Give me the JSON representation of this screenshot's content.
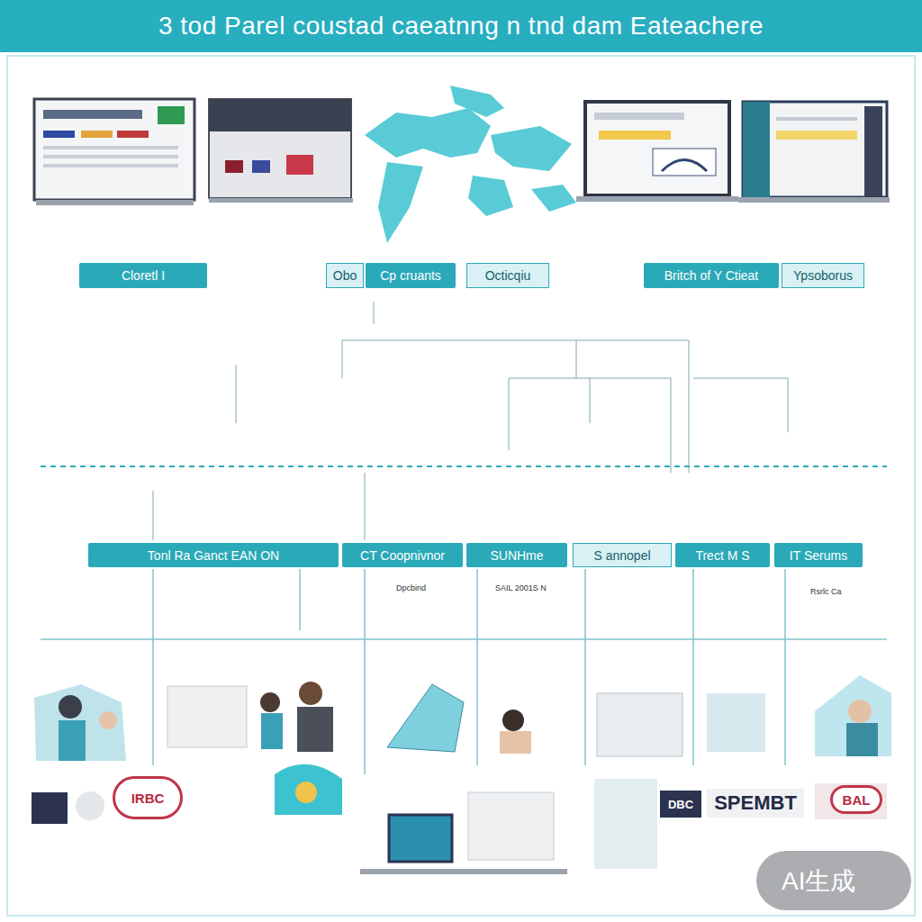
{
  "diagram": {
    "title": "3 tod Parel coustad caeatnng n tnd dam Eateachere",
    "nodes": [
      {
        "text": [
          "Cloretl I"
        ]
      },
      {
        "text": [
          "Obo"
        ]
      },
      {
        "text": [
          "Cp cruants"
        ]
      },
      {
        "text": [
          "Octicqiu"
        ]
      },
      {
        "text": [
          "Britch of Y Ctieat"
        ]
      },
      {
        "text": [
          "Ypsoborus"
        ]
      },
      {
        "text": [
          "Tonl Ra Ganct EAN ON"
        ]
      },
      {
        "text": [
          "CT Coopnivnor"
        ]
      },
      {
        "text": [
          "SUNHme"
        ]
      },
      {
        "text": [
          "S annopel"
        ]
      },
      {
        "text": [
          "Trect M S"
        ]
      },
      {
        "text": [
          "IT Serums"
        ]
      },
      {
        "text": [
          "IRBC"
        ]
      },
      {
        "text": [
          "DBC"
        ]
      },
      {
        "text": [
          "SPEMBT"
        ]
      },
      {
        "text": [
          "BAL"
        ]
      }
    ],
    "labels": [
      "Dpcbind",
      "SAIL 2001S N",
      "Rsrlc Ca",
      "AI生成"
    ]
  }
}
